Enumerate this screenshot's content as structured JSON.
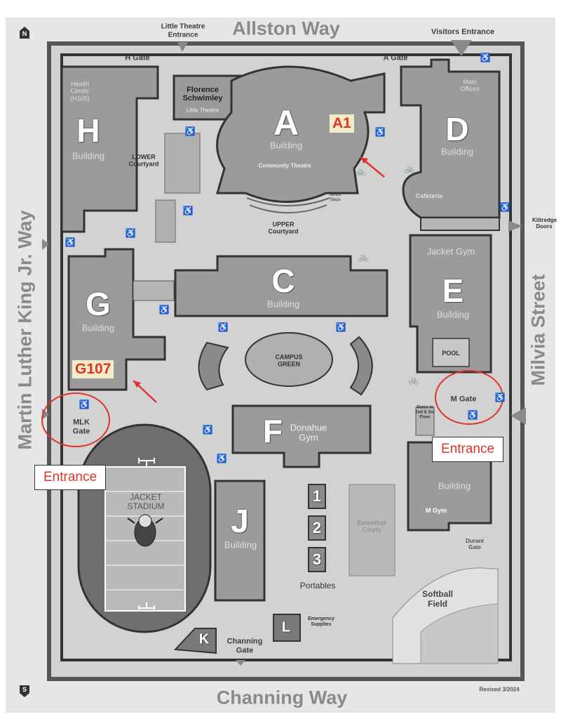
{
  "streets": {
    "north": "Allston Way",
    "south": "Channing Way",
    "west": "Martin Luther King Jr. Way",
    "east": "Milvia  Street"
  },
  "gates": {
    "little_theatre": "Little Theatre Entrance",
    "visitors": "Visitors Entrance",
    "h_gate": "H Gate",
    "a_gate": "A Gate",
    "kittredge": "Kittredge Doors",
    "mlk_gate": "MLK Gate",
    "m_gate": "M Gate",
    "durant_gate": "Durant Gate",
    "channing_gate": "Channing Gate",
    "stairs": "Stairs to 2nd & 3rd Floor"
  },
  "buildings": {
    "a": {
      "letter": "A",
      "name": "Building",
      "theatre": "Community Theatre"
    },
    "florence": {
      "name": "Florence Schwimley",
      "sub": "Little Theatre"
    },
    "h": {
      "letter": "H",
      "name": "Building"
    },
    "health": "Health Center (H105)",
    "lower": "LOWER Courtyard",
    "upper": "UPPER Courtyard",
    "senior_steps": "Senior Steps",
    "d": {
      "letter": "D",
      "name": "Building"
    },
    "main_offices": "Main Offices",
    "cafeteria": "Cafeteria",
    "c": {
      "letter": "C",
      "name": "Building"
    },
    "g": {
      "letter": "G",
      "name": "Building"
    },
    "e": {
      "letter": "E",
      "name": "Building",
      "gym": "Jacket Gym",
      "pool": "POOL"
    },
    "campus_green": "CAMPUS GREEN",
    "f": {
      "letter": "F",
      "name": "Donahue Gym"
    },
    "m": {
      "name": "Building",
      "gym": "M Gym"
    },
    "stadium": "JACKET STADIUM",
    "j": {
      "letter": "J",
      "name": "Building"
    },
    "portables": {
      "items": [
        "1",
        "2",
        "3"
      ],
      "label": "Portables"
    },
    "basketball": "Basketball Courts",
    "softball": "Softball Field",
    "k": {
      "letter": "K"
    },
    "l": {
      "letter": "L",
      "label": "Emergency Supplies"
    }
  },
  "annotations": {
    "a1": "A1",
    "g107": "G107",
    "entrance_left": "Entrance",
    "entrance_right": "Entrance"
  },
  "footer": {
    "revised": "Revised 3/2024",
    "north_marker": "N",
    "south_marker": "S"
  },
  "colors": {
    "annotation_red": "#e0332b",
    "building": "#9b9b9b",
    "campus": "#d2d2d2"
  },
  "icons": [
    "accessible-icon",
    "bicycle-icon",
    "north-marker-icon",
    "entrance-arrow-icon",
    "jacket-mascot-icon"
  ]
}
